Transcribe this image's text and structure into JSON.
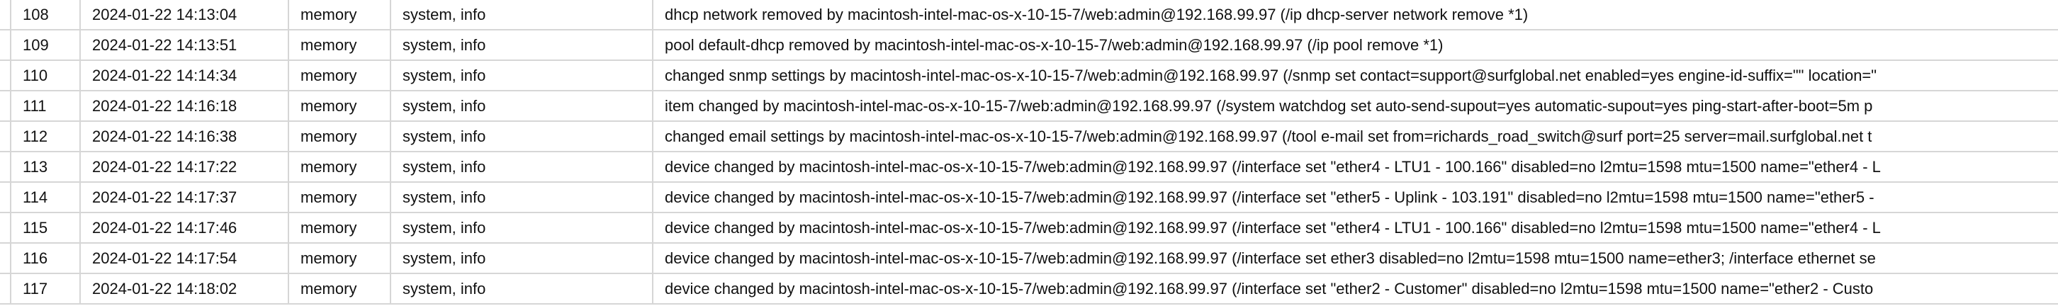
{
  "rows": [
    {
      "id": "108",
      "time": "2024-01-22 14:13:04",
      "buffer": "memory",
      "topics": "system, info",
      "message": "dhcp network removed by macintosh-intel-mac-os-x-10-15-7/web:admin@192.168.99.97 (/ip dhcp-server network remove *1)"
    },
    {
      "id": "109",
      "time": "2024-01-22 14:13:51",
      "buffer": "memory",
      "topics": "system, info",
      "message": "pool default-dhcp removed by macintosh-intel-mac-os-x-10-15-7/web:admin@192.168.99.97 (/ip pool remove *1)"
    },
    {
      "id": "110",
      "time": "2024-01-22 14:14:34",
      "buffer": "memory",
      "topics": "system, info",
      "message": "changed snmp settings by macintosh-intel-mac-os-x-10-15-7/web:admin@192.168.99.97 (/snmp set contact=support@surfglobal.net enabled=yes engine-id-suffix=\"\" location=\""
    },
    {
      "id": "111",
      "time": "2024-01-22 14:16:18",
      "buffer": "memory",
      "topics": "system, info",
      "message": "item changed by macintosh-intel-mac-os-x-10-15-7/web:admin@192.168.99.97 (/system watchdog set auto-send-supout=yes automatic-supout=yes ping-start-after-boot=5m p"
    },
    {
      "id": "112",
      "time": "2024-01-22 14:16:38",
      "buffer": "memory",
      "topics": "system, info",
      "message": "changed email settings by macintosh-intel-mac-os-x-10-15-7/web:admin@192.168.99.97 (/tool e-mail set from=richards_road_switch@surf port=25 server=mail.surfglobal.net t"
    },
    {
      "id": "113",
      "time": "2024-01-22 14:17:22",
      "buffer": "memory",
      "topics": "system, info",
      "message": "device changed by macintosh-intel-mac-os-x-10-15-7/web:admin@192.168.99.97 (/interface set \"ether4 - LTU1 - 100.166\" disabled=no l2mtu=1598 mtu=1500 name=\"ether4 - L"
    },
    {
      "id": "114",
      "time": "2024-01-22 14:17:37",
      "buffer": "memory",
      "topics": "system, info",
      "message": "device changed by macintosh-intel-mac-os-x-10-15-7/web:admin@192.168.99.97 (/interface set \"ether5 - Uplink - 103.191\" disabled=no l2mtu=1598 mtu=1500 name=\"ether5 -"
    },
    {
      "id": "115",
      "time": "2024-01-22 14:17:46",
      "buffer": "memory",
      "topics": "system, info",
      "message": "device changed by macintosh-intel-mac-os-x-10-15-7/web:admin@192.168.99.97 (/interface set \"ether4 - LTU1 - 100.166\" disabled=no l2mtu=1598 mtu=1500 name=\"ether4 - L"
    },
    {
      "id": "116",
      "time": "2024-01-22 14:17:54",
      "buffer": "memory",
      "topics": "system, info",
      "message": "device changed by macintosh-intel-mac-os-x-10-15-7/web:admin@192.168.99.97 (/interface set ether3 disabled=no l2mtu=1598 mtu=1500 name=ether3; /interface ethernet se"
    },
    {
      "id": "117",
      "time": "2024-01-22 14:18:02",
      "buffer": "memory",
      "topics": "system, info",
      "message": "device changed by macintosh-intel-mac-os-x-10-15-7/web:admin@192.168.99.97 (/interface set \"ether2 - Customer\" disabled=no l2mtu=1598 mtu=1500 name=\"ether2 - Custo"
    }
  ]
}
